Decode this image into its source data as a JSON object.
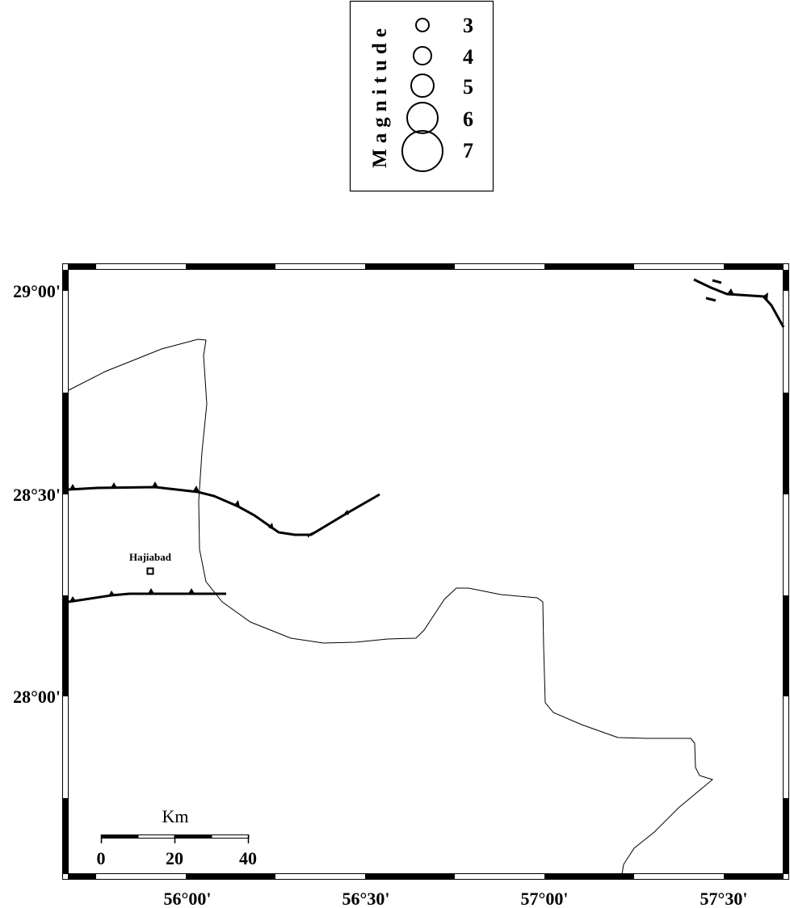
{
  "legend": {
    "title": "Magnitude",
    "magnitudes": [
      "3",
      "4",
      "5",
      "6",
      "7"
    ]
  },
  "map": {
    "lat_labels": [
      "29°00'",
      "28°30'",
      "28°00'"
    ],
    "lon_labels": [
      "56°00'",
      "56°30'",
      "57°00'",
      "57°30'"
    ],
    "city": "Hajiabad",
    "scale": {
      "unit": "Km",
      "labels": [
        "0",
        "20",
        "40"
      ]
    }
  },
  "colors": {
    "ink": "#000000",
    "background": "#ffffff"
  }
}
